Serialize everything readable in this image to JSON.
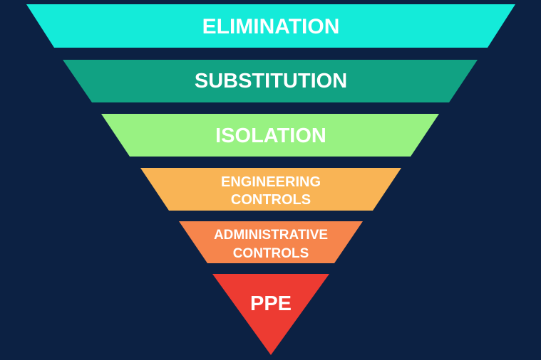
{
  "diagram": {
    "background_color": "#0c2143",
    "text_color": "#ffffff",
    "tiers": [
      {
        "lines": [
          "ELIMINATION"
        ],
        "color": "#14ebd9"
      },
      {
        "lines": [
          "SUBSTITUTION"
        ],
        "color": "#11a283"
      },
      {
        "lines": [
          "ISOLATION"
        ],
        "color": "#98f282"
      },
      {
        "lines": [
          "ENGINEERING",
          "CONTROLS"
        ],
        "color": "#f9b455"
      },
      {
        "lines": [
          "ADMINISTRATIVE",
          "CONTROLS"
        ],
        "color": "#f6854c"
      },
      {
        "lines": [
          "PPE"
        ],
        "color": "#ed3b32"
      }
    ]
  }
}
